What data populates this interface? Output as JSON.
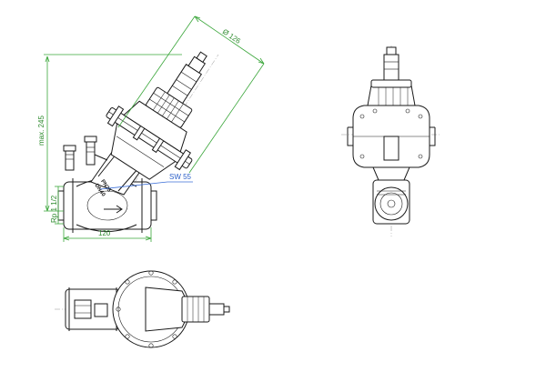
{
  "dimensions": {
    "diameter": "Ø 126",
    "max_height": "max. 245",
    "thread": "Rp 1 1/2",
    "width": "120",
    "wrench": "SW 55"
  },
  "body_marking": {
    "line1": "PN25",
    "line2": "DN40"
  },
  "colors": {
    "dimension": "#3aa63a",
    "callout": "#3b6fd8",
    "drawing": "#1a1a1a"
  }
}
